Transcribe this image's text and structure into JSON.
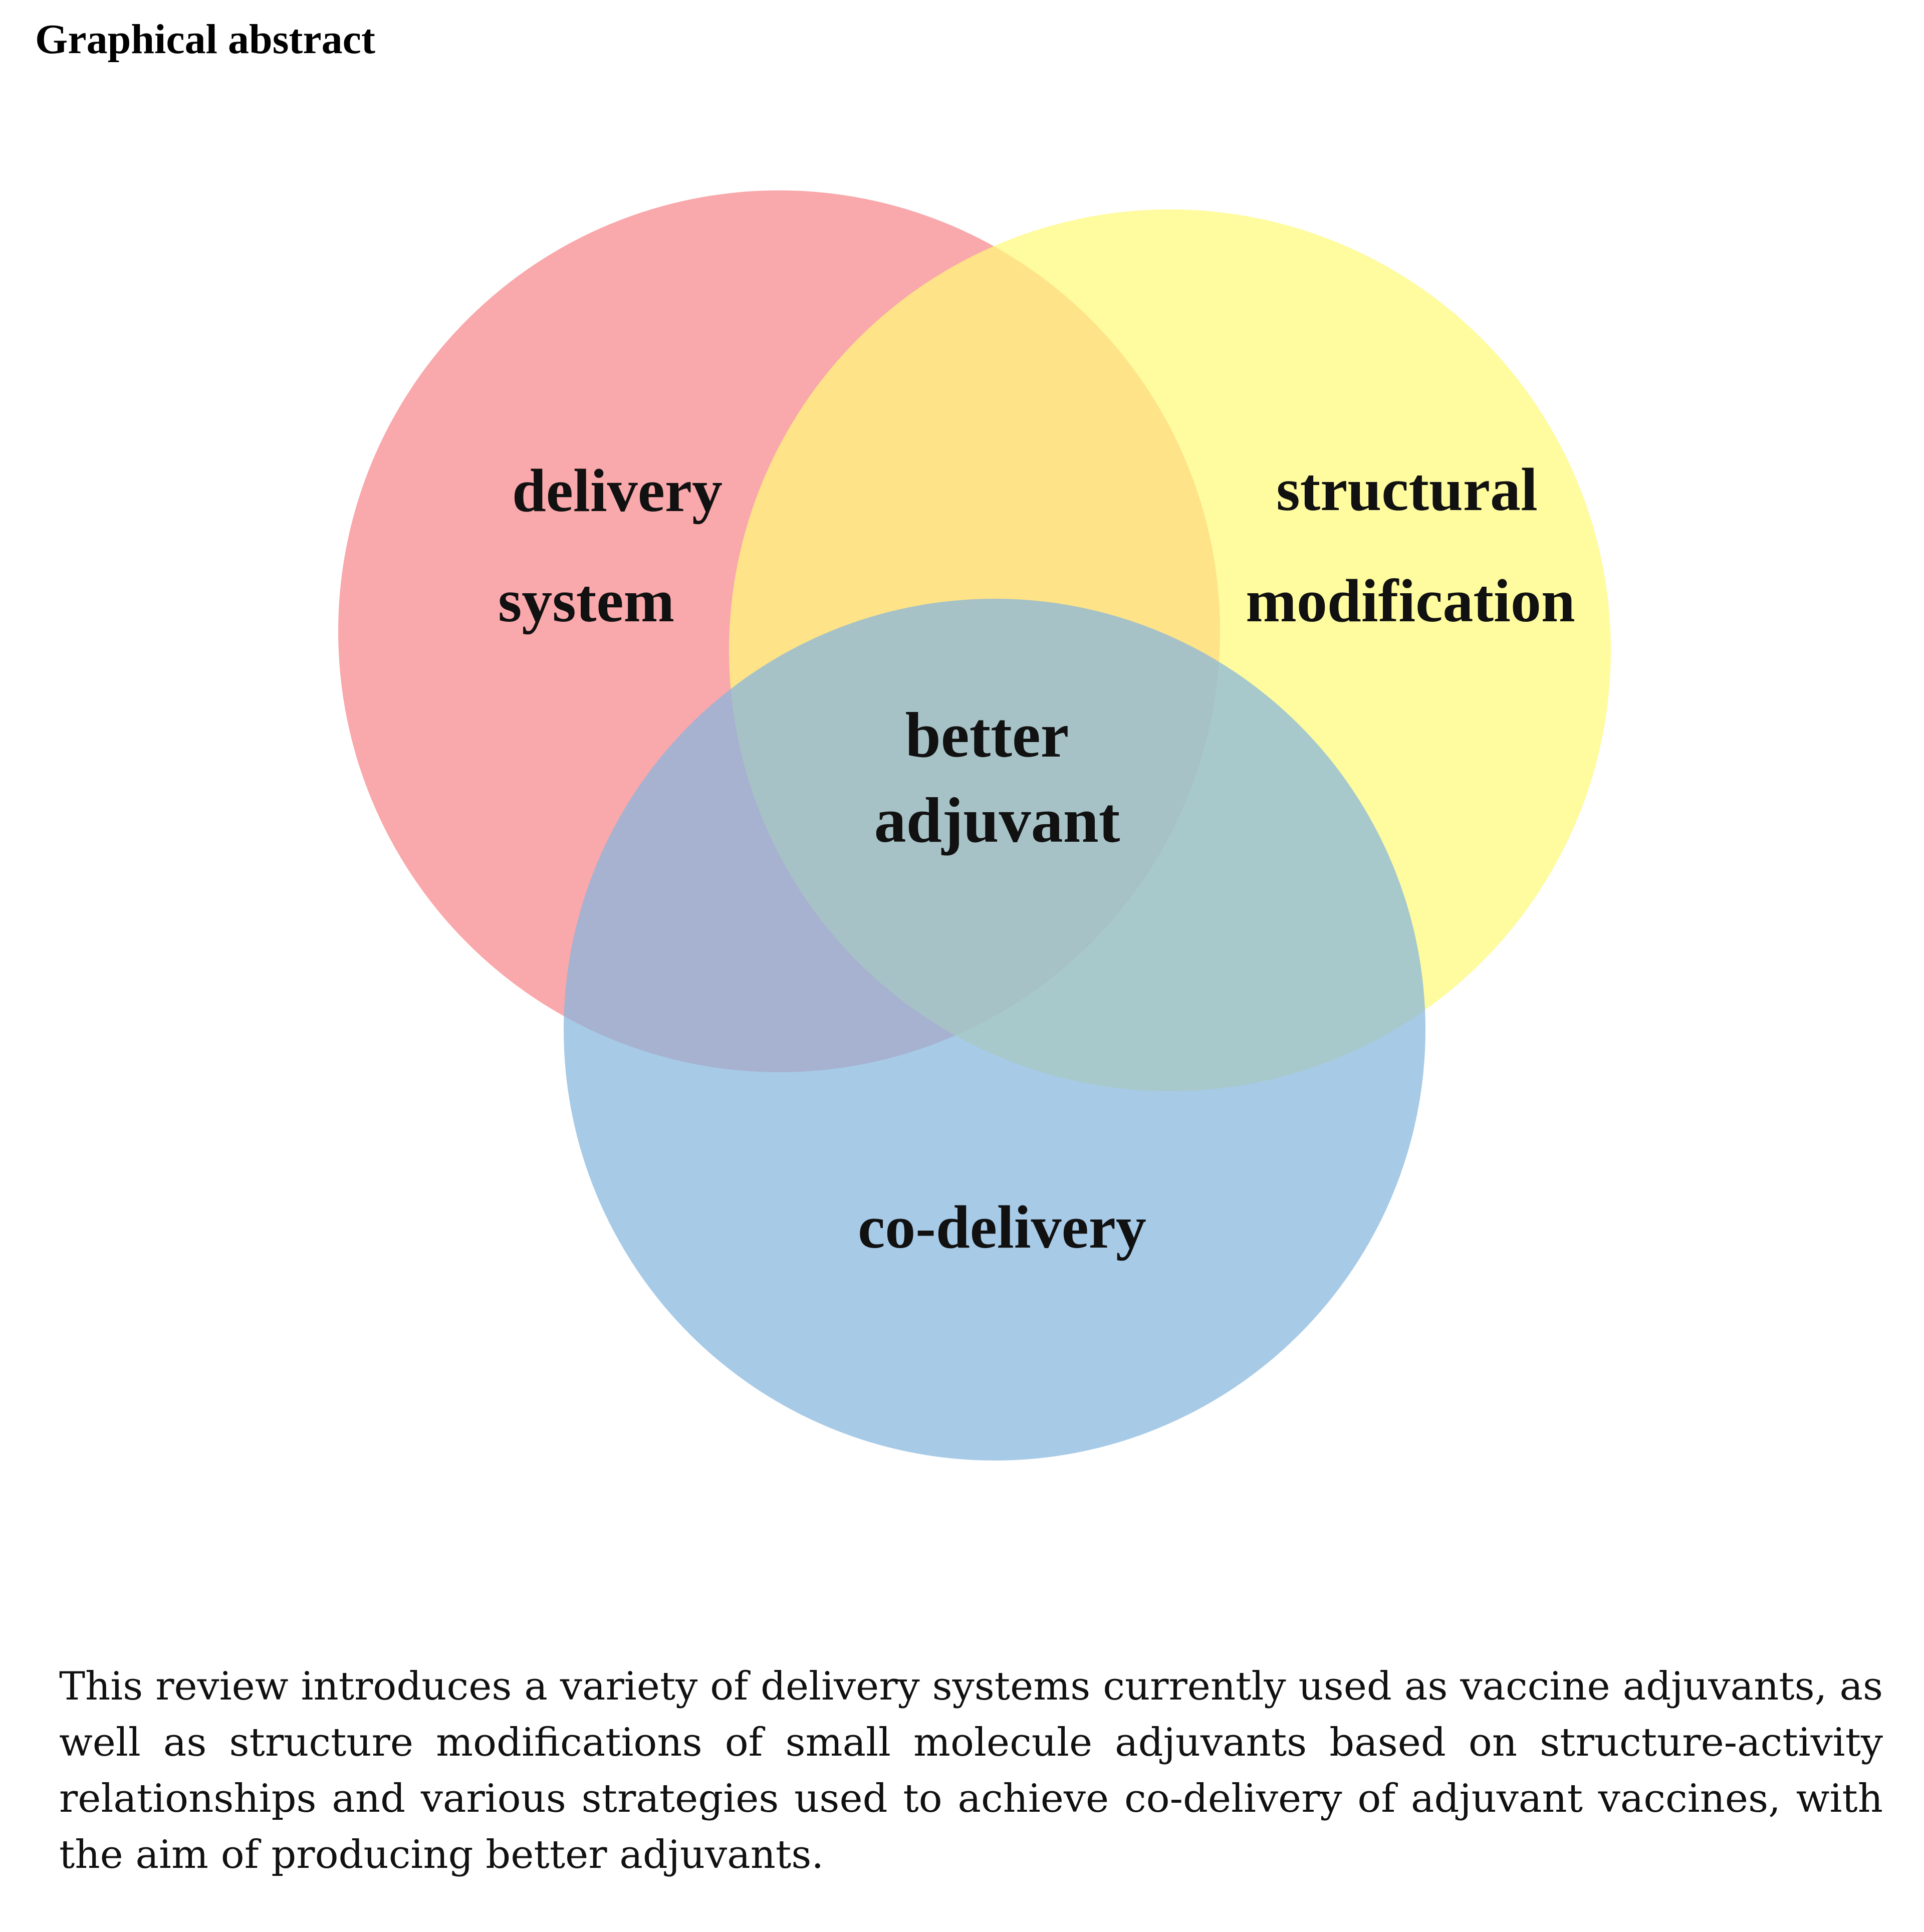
{
  "heading": "Graphical abstract",
  "colors": {
    "delivery_system": "#F7878A",
    "structural_modification": "#FFFA7A",
    "co_delivery": "#85B6DE",
    "text": "#111111"
  },
  "diagram": {
    "type": "venn",
    "sets": {
      "delivery_system": {
        "line1": "delivery",
        "line2": "system"
      },
      "structural_modification": {
        "line1": "structural",
        "line2": "modification"
      },
      "co_delivery": {
        "line1": "co-delivery"
      }
    },
    "center": {
      "line1": "better",
      "line2": "adjuvant"
    }
  },
  "caption": "This review introduces a variety of delivery systems currently used as vaccine adjuvants, as well as structure modifications of small molecule adjuvants based on structure-activity relationships and various strategies used to achieve co-delivery of adjuvant vaccines, with the aim of producing better adjuvants."
}
